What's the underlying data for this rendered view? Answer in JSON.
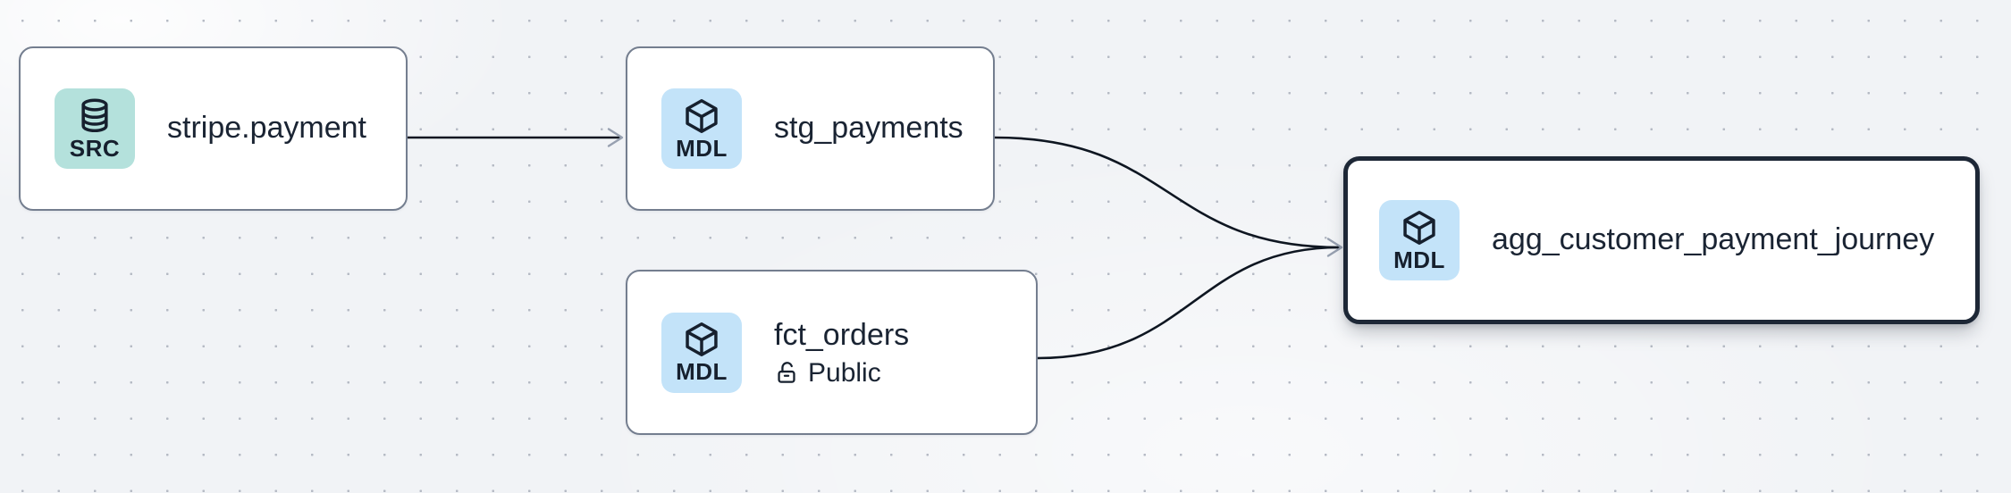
{
  "canvas": {
    "kind": "lineage-graph",
    "background_color": "#f1f3f6",
    "dot_color": "#b5bac4",
    "edge_color": "#0e1621",
    "arrowhead_color": "#97a0b0",
    "selected_border_color": "#1d2736",
    "node_border_color": "#747e8f"
  },
  "nodes": [
    {
      "id": "stripe.payment",
      "label": "stripe.payment",
      "badge": "SRC",
      "kind": "source",
      "badge_color": "#b4e1dc",
      "selected": false
    },
    {
      "id": "stg_payments",
      "label": "stg_payments",
      "badge": "MDL",
      "kind": "model",
      "badge_color": "#c3e3f9",
      "selected": false
    },
    {
      "id": "fct_orders",
      "label": "fct_orders",
      "badge": "MDL",
      "kind": "model",
      "badge_color": "#c3e3f9",
      "access": "Public",
      "selected": false
    },
    {
      "id": "agg_customer_payment_journey",
      "label": "agg_customer_payment_journey",
      "badge": "MDL",
      "kind": "model",
      "badge_color": "#c3e3f9",
      "selected": true
    }
  ],
  "edges": [
    {
      "source": "stripe.payment",
      "target": "stg_payments"
    },
    {
      "source": "stg_payments",
      "target": "agg_customer_payment_journey"
    },
    {
      "source": "fct_orders",
      "target": "agg_customer_payment_journey"
    }
  ]
}
